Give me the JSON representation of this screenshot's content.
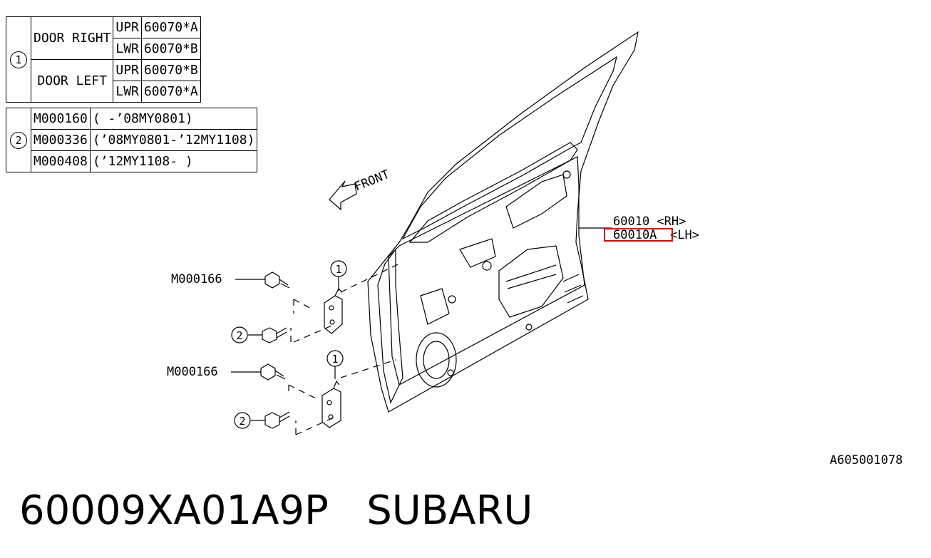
{
  "table1": {
    "circle": "1",
    "door_right": "DOOR RIGHT",
    "door_left": "DOOR LEFT",
    "rows": [
      {
        "pos": "UPR",
        "code": "60070*A"
      },
      {
        "pos": "LWR",
        "code": "60070*B"
      },
      {
        "pos": "UPR",
        "code": "60070*B"
      },
      {
        "pos": "LWR",
        "code": "60070*A"
      }
    ]
  },
  "table2": {
    "circle": "2",
    "rows": [
      {
        "part": "M000160",
        "range": "( -’08MY0801)"
      },
      {
        "part": "M000336",
        "range": "(’08MY0801-’12MY1108)"
      },
      {
        "part": "M000408",
        "range": "(’12MY1108- )"
      }
    ]
  },
  "labels": {
    "front": "FRONT",
    "door_rh": "60010  <RH>",
    "door_lh_code": "60010A",
    "door_lh_side": "<LH>",
    "bolt_upper": "M000166",
    "bolt_lower": "M000166",
    "callout_1": "1",
    "callout_2": "2",
    "diagram_id": "A605001078"
  },
  "footer": {
    "part_number": "60009XA01A9P",
    "brand": "SUBARU"
  },
  "colors": {
    "highlight": "#e00000",
    "line": "#000000"
  }
}
